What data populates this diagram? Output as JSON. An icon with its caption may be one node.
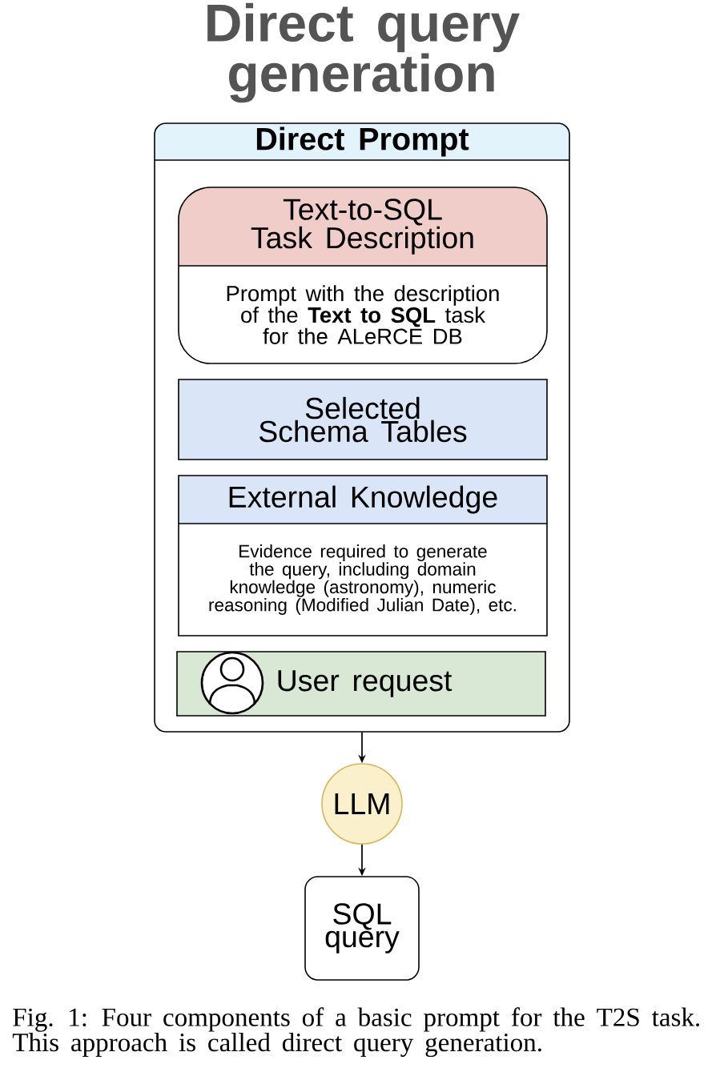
{
  "diagram": {
    "title": "Direct query generation",
    "caption": "Fig. 1: Four components of a basic prompt for the T2S task. This approach is called direct query generation.",
    "nodes": [
      {
        "text": [
          "Direct Prompt"
        ]
      },
      {
        "text": [
          "Text-to-SQL Task Description",
          "Prompt with the description of the **Text to SQL** task for the ALeRCE DB"
        ],
        "in": 0
      },
      {
        "text": [
          "Selected Schema Tables"
        ],
        "in": 0
      },
      {
        "text": [
          "External Knowledge",
          "Evidence required to generate the query, including domain knowledge (astronomy), numeric reasoning (Modified Julian Date), etc."
        ],
        "in": 0
      },
      {
        "text": [
          "User request"
        ],
        "in": 0
      },
      {
        "text": [
          "LLM"
        ]
      },
      {
        "text": [
          "SQL query"
        ]
      }
    ],
    "edges": [
      {
        "from": 0,
        "to": 5,
        "arrow": "to"
      },
      {
        "from": 5,
        "to": 6,
        "arrow": "to"
      }
    ]
  }
}
